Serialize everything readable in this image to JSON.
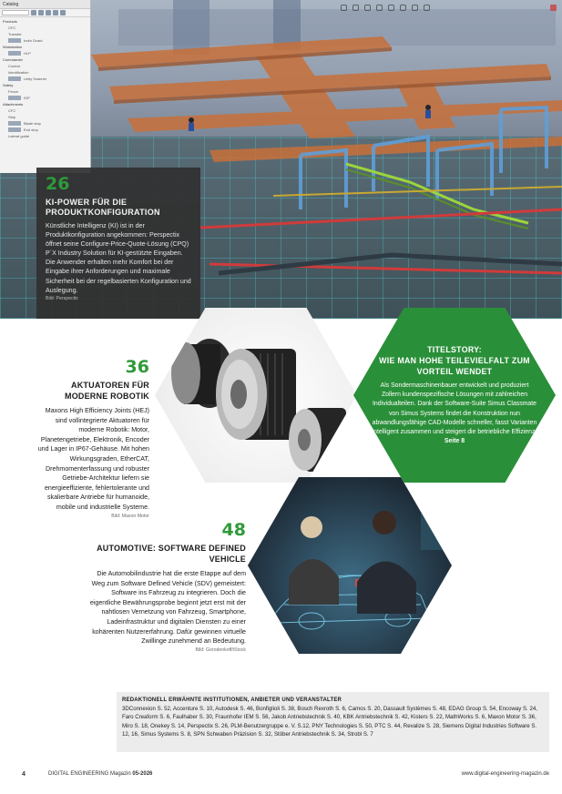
{
  "cad_window": {
    "title": "Catalog",
    "tree": [
      {
        "label": "Products",
        "child": false
      },
      {
        "label": "CFC",
        "child": true
      },
      {
        "label": "Transfer",
        "child": true
      },
      {
        "label": "Indro Drawl",
        "child": true
      },
      {
        "label": "Workstation",
        "child": false
      },
      {
        "label": "HLP",
        "child": true
      },
      {
        "label": "Commander",
        "child": false
      },
      {
        "label": "Control",
        "child": true
      },
      {
        "label": "Identification",
        "child": true
      },
      {
        "label": "Unity Scanner",
        "child": true
      },
      {
        "label": "Safety",
        "child": false
      },
      {
        "label": "Fence",
        "child": true
      },
      {
        "label": "IOP",
        "child": true
      },
      {
        "label": "Attachments",
        "child": false
      },
      {
        "label": "CFC",
        "child": true
      },
      {
        "label": "Stop",
        "child": true
      },
      {
        "label": "Blade stop",
        "child": true
      },
      {
        "label": "End stop",
        "child": true
      },
      {
        "label": "Lateral guide",
        "child": true
      }
    ]
  },
  "article_26": {
    "number": "26",
    "headline": "KI-POWER FÜR DIE PRODUKTKONFIGURATION",
    "body": "Künstliche Intelligenz (KI) ist in der Produktkonfiguration angekommen: Perspectix öffnet seine Configure-Price-Quote-Lösung (CPQ) P´X Industry Solution für KI-gestützte Eingaben. Die Anwender erhalten mehr Komfort bei der Eingabe ihrer Anforderungen und maximale Sicherheit bei der regelbasierten Konfiguration und Auslegung.",
    "credit": "Bild: Perspectix"
  },
  "article_36": {
    "number": "36",
    "headline": "AKTUATOREN FÜR MODERNE ROBOTIK",
    "body": "Maxons High Efficiency Joints (HEJ) sind vollintegrierte Aktuatoren für moderne Robotik: Motor, Planetengetriebe, Elektronik, Encoder und Lager in IP67-Gehäuse. Mit hohen Wirkungsgraden, EtherCAT, Drehmomenterfassung und robuster Getriebe-Architektur liefern sie energieeffiziente, fehlertolerante und skalierbare Antriebe für humanoide, mobile und industrielle Systeme.",
    "credit": "Bild: Maxon Motor"
  },
  "titelstory": {
    "kicker": "TITELSTORY:",
    "headline": "WIE MAN HOHE TEILEVIELFALT ZUM VORTEIL WENDET",
    "body": "Als Sondermaschinenbauer entwickelt und produziert Zollern kundenspezifische Lösungen mit zahlreichen Individualteilen. Dank der Software-Suite Simus Classmate von Simus Systems findet die Konstruktion nun abwandlungsfähige CAD-Modelle schneller, fasst Varianten intelligent zusammen und steigert die betriebliche Effizienz.",
    "page_ref": "Seite 8"
  },
  "article_48": {
    "number": "48",
    "headline": "AUTOMOTIVE: SOFTWARE DEFINED VEHICLE",
    "body": "Die Automobilindustrie hat die erste Etappe auf dem Weg zum Software Defined Vehicle (SDV) gemeistert: Software ins Fahrzeug zu integrieren. Doch die eigentliche Bewährungsprobe beginnt jetzt erst mit der nahtlosen Vernetzung von Fahrzeug, Smartphone, Ladeinfrastruktur und digitalen Diensten zu einer kohärenten Nutzererfahrung. Dafür gewinnen virtuelle Zwillinge zunehmend an Bedeutung.",
    "credit": "Bild: Gorodenkoff/iStock"
  },
  "institutions": {
    "heading": "REDAKTIONELL ERWÄHNTE INSTITUTIONEN, ANBIETER UND VERANSTALTER",
    "text": "3DConnexion S. 52, Accenture S. 10, Autodesk S. 46, Bonfiglioli S. 38, Bosch Rexroth S. 6, Camos S. 20, Dassault Systèmes S. 48, EDAG Group S. 54, Encoway S. 24, Faro Creaform S. 6, Faulhaber S. 30, Fraunhofer IEM S. 56, Jakob Antriebstechnik S. 40, KBK Antriebstechnik S. 42, Kisters S. 22, MathWorks S. 6, Maxon Motor S. 36, Miro S. 18, Onekey S. 14, Perspectix S. 26, PLM-Benutzergruppe e. V. S.12, PNY Technologies S. 50, PTC S. 44, Revalize S. 28, Siemens Digital Industries Software S. 12, 16, Simus Systems S. 8, SPN Schwaben Präzision S. 32, Stöber Antriebstechnik S. 34, Strobl S. 7"
  },
  "footer": {
    "page_number": "4",
    "magazine": "DIGITAL ENGINEERING Magazin",
    "issue": "05-2026",
    "url": "www.digital-engineering-magazin.de"
  },
  "colors": {
    "accent_green": "#2f9a3a",
    "titelstory_green": "#2a8f39",
    "dark_box": "#303030"
  }
}
